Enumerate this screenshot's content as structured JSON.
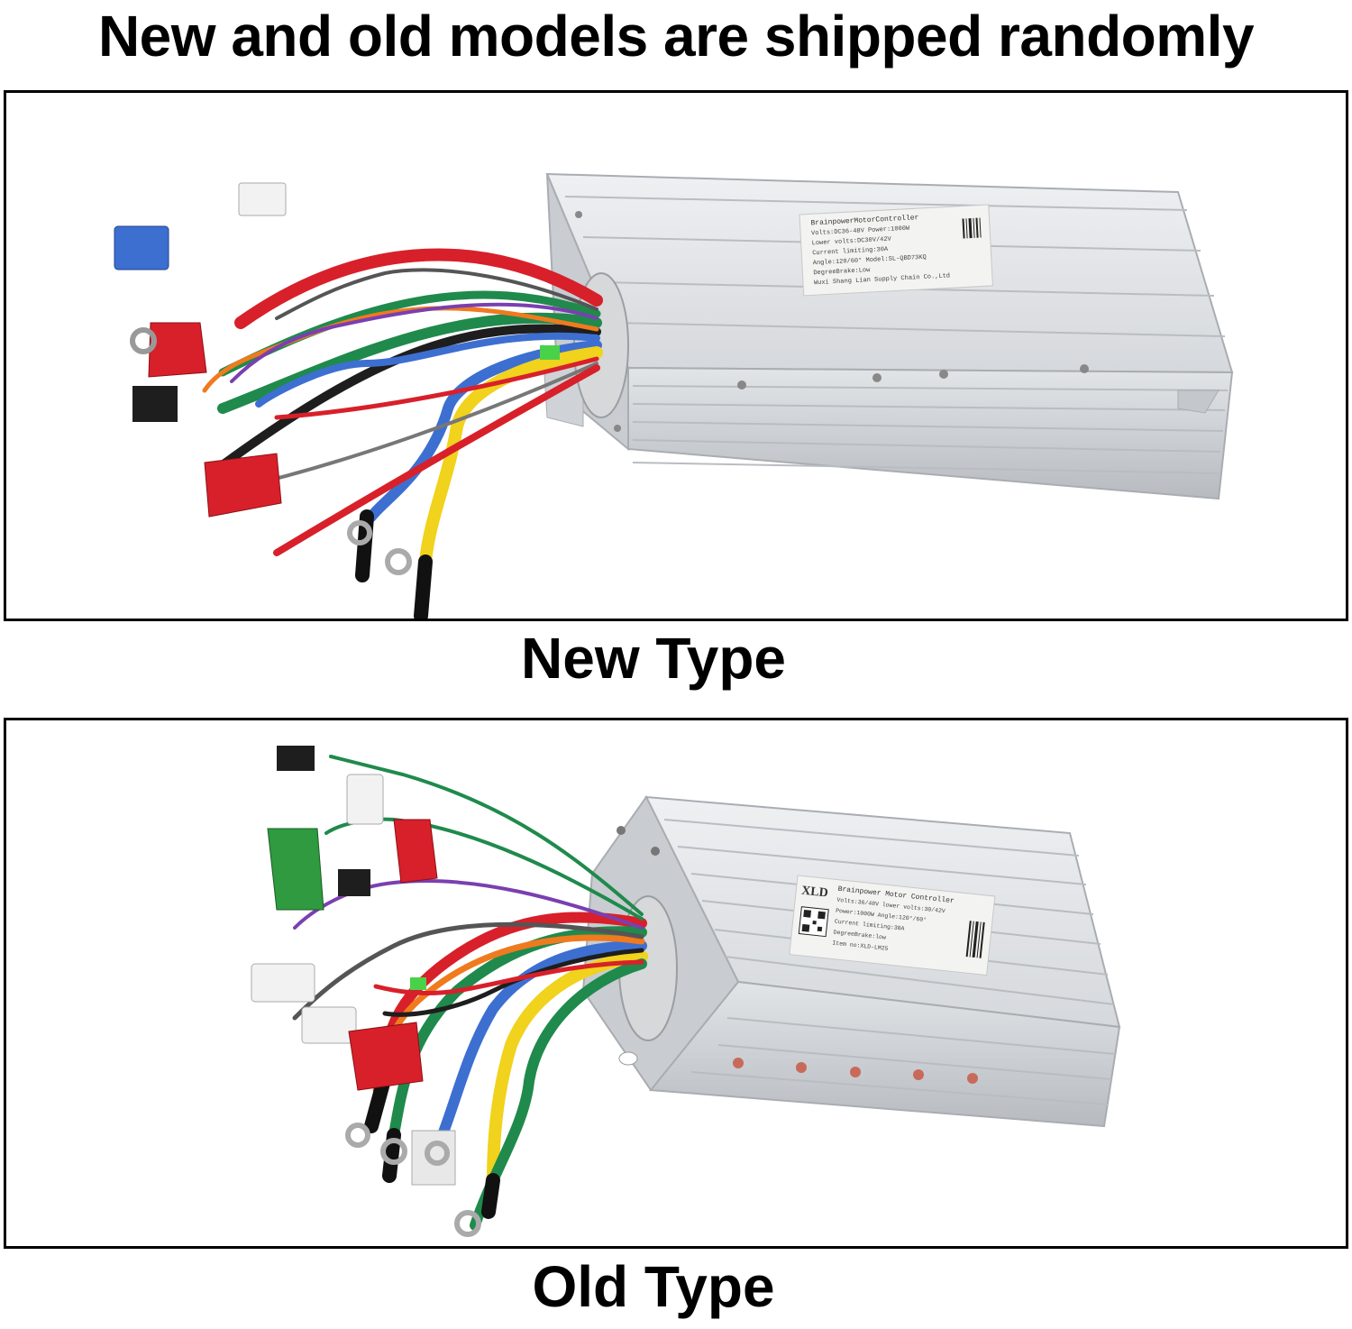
{
  "headline": "New and old models are shipped randomly",
  "panels": [
    {
      "caption": "New Type",
      "label_lines": [
        "BrainpowerMotorController",
        "Volts:DC36-48V  Power:1000W",
        "Lower volts:DC30V/42V",
        "Current limiting:30A",
        "Angle:120/60°  Model:SL-QBD73KQ",
        "DegreeBrake:Low",
        "Wuxi Shang Lian Supply Chain Co.,Ltd"
      ]
    },
    {
      "caption": "Old Type",
      "brand": "XLD",
      "label_lines": [
        "Brainpower Motor Controller",
        "Volts:36/48V lower volts:30/42V",
        "Power:1000W Angle:120°/60°",
        "Current limiting:30A",
        "DegreeBrake:low",
        "Item no:XLD-LM25"
      ]
    }
  ],
  "colors": {
    "housing": "#d9dcdf",
    "housing_shadow": "#b9bdc2",
    "wire_red": "#d8202a",
    "wire_green": "#1f8a4c",
    "wire_yellow": "#f1d21c",
    "wire_blue": "#3d6fd1",
    "wire_black": "#1e1e1e",
    "wire_orange": "#f07a1e"
  }
}
